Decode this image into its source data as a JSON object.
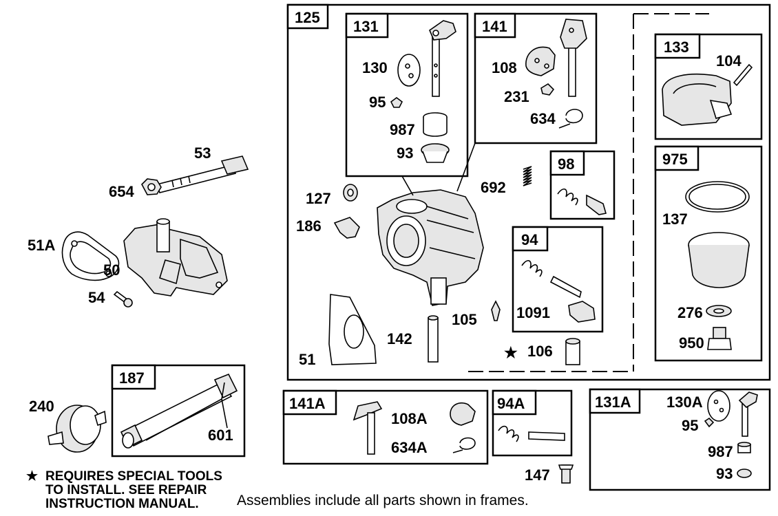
{
  "frames": {
    "f125": "125",
    "f131": "131",
    "f141": "141",
    "f133": "133",
    "f98": "98",
    "f975": "975",
    "f94": "94",
    "f187": "187",
    "f141A": "141A",
    "f94A": "94A",
    "f131A": "131A"
  },
  "labels": {
    "l53": "53",
    "l654": "654",
    "l51A": "51A",
    "l50": "50",
    "l54": "54",
    "l130": "130",
    "l95": "95",
    "l987": "987",
    "l93": "93",
    "l108": "108",
    "l231": "231",
    "l634": "634",
    "l104": "104",
    "l127": "127",
    "l186": "186",
    "l692": "692",
    "l137": "137",
    "l276": "276",
    "l950": "950",
    "l1091": "1091",
    "l105": "105",
    "l142": "142",
    "l51": "51",
    "l106": "106",
    "l240": "240",
    "l601": "601",
    "l108A": "108A",
    "l634A": "634A",
    "l147": "147",
    "l130A": "130A",
    "l95b": "95",
    "l987b": "987",
    "l93b": "93"
  },
  "notes": {
    "star": "★",
    "special_line1": "REQUIRES SPECIAL TOOLS",
    "special_line2": "TO INSTALL.  SEE REPAIR",
    "special_line3": "INSTRUCTION MANUAL.",
    "assemblies": "Assemblies include all parts shown in frames."
  }
}
